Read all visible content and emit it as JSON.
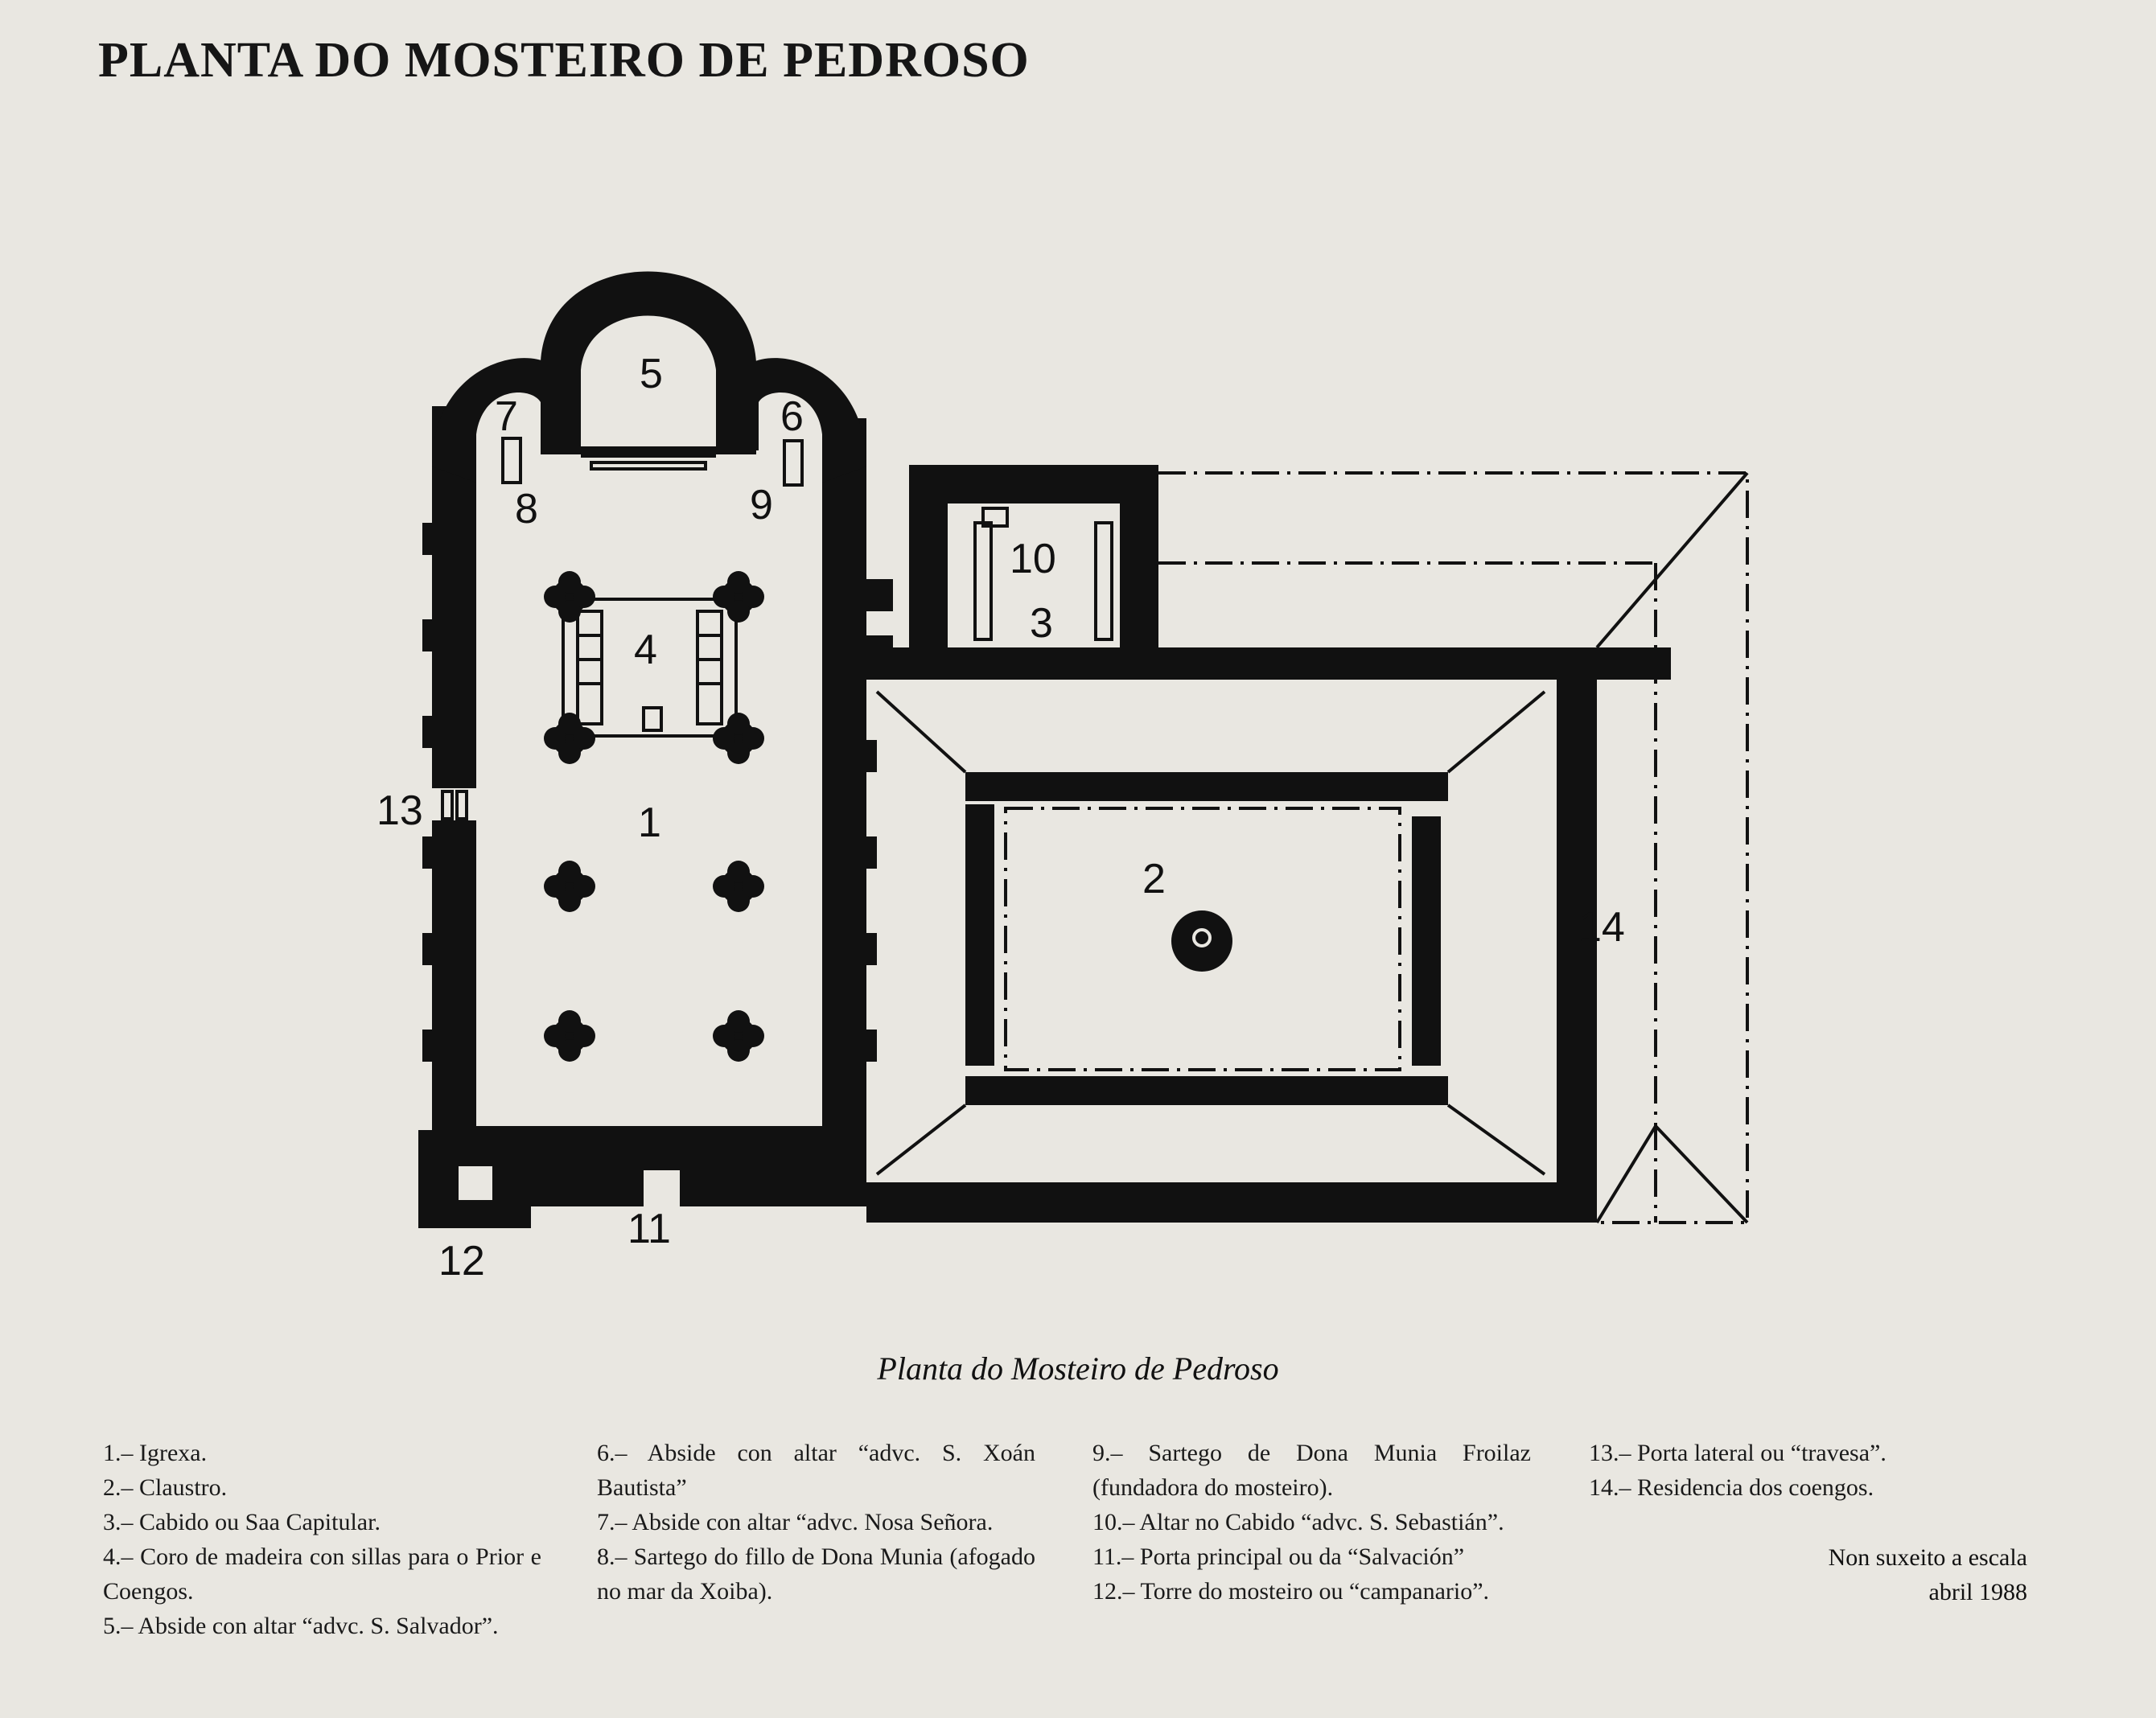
{
  "title": "PLANTA DO MOSTEIRO DE PEDROSO",
  "caption": "Planta do Mosteiro de Pedroso",
  "plan_labels": {
    "n1": "1",
    "n2": "2",
    "n3": "3",
    "n4": "4",
    "n5": "5",
    "n6": "6",
    "n7": "7",
    "n8": "8",
    "n9": "9",
    "n10": "10",
    "n11": "11",
    "n12": "12",
    "n13": "13",
    "n14": "14"
  },
  "legend": {
    "col1": [
      "1.– Igrexa.",
      "2.– Claustro.",
      "3.– Cabido ou Saa Capitular.",
      "4.– Coro de madeira con sillas para o Prior e Coengos.",
      "5.– Abside con altar “advc. S. Salvador”."
    ],
    "col2": [
      "6.– Abside con altar “advc. S. Xoán Bautista”",
      "7.– Abside con altar “advc. Nosa Señora.",
      "8.– Sartego do fillo de Dona Munia (afogado no mar da Xoiba)."
    ],
    "col3": [
      "9.– Sartego de Dona Munia Froilaz (fundadora do mosteiro).",
      "10.– Altar no Cabido “advc. S. Sebastián”.",
      "11.– Porta principal ou da “Salvación”",
      "12.– Torre do mosteiro ou “campanario”."
    ],
    "col4": [
      "13.– Porta lateral ou “travesa”.",
      "14.– Residencia dos coengos."
    ]
  },
  "notes": {
    "scale": "Non suxeito a escala",
    "date": "abril 1988"
  }
}
